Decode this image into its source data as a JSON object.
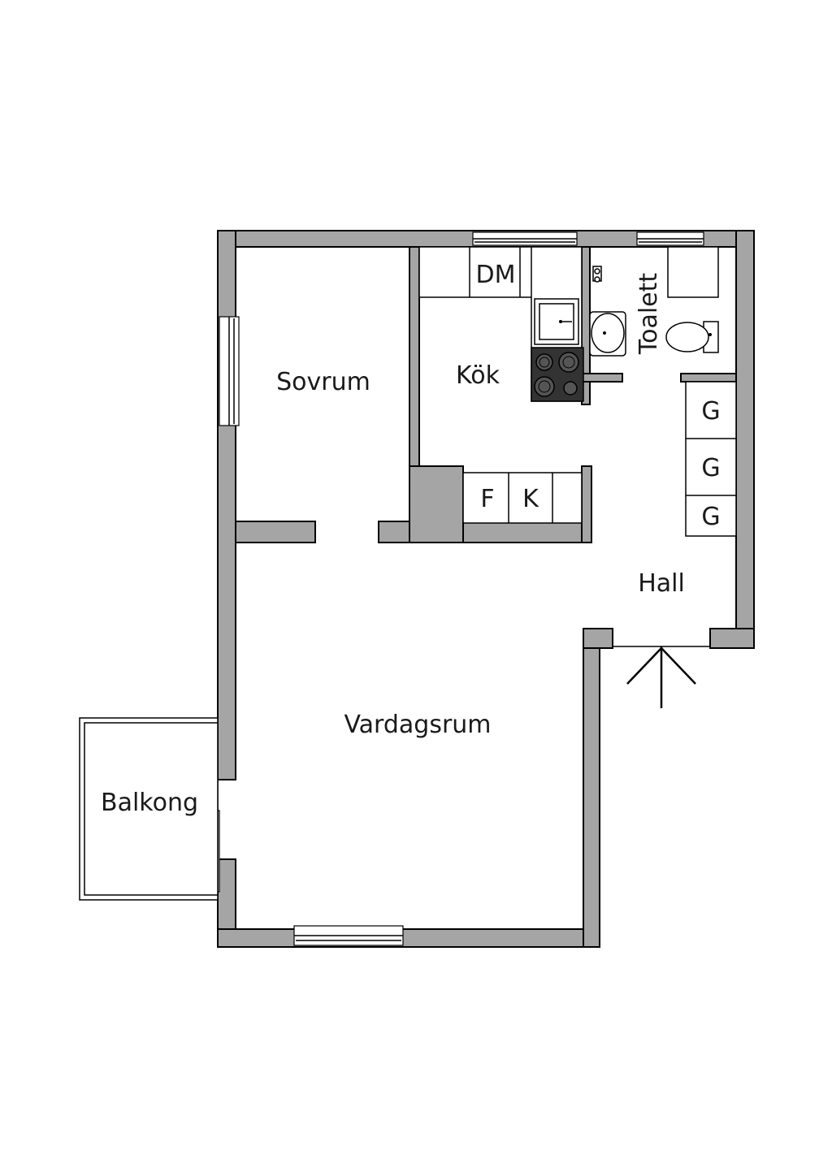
{
  "rooms": {
    "sovrum": "Sovrum",
    "kok": "Kök",
    "toalett": "Toalett",
    "hall": "Hall",
    "vardagsrum": "Vardagsrum",
    "balkong": "Balkong"
  },
  "fixtures": {
    "dishwasher": "DM",
    "fridge": "F",
    "freezer": "K",
    "wardrobe_1": "G",
    "wardrobe_2": "G",
    "wardrobe_3": "G"
  },
  "colors": {
    "wall": "#a5a5a5",
    "stove": "#333333",
    "background": "#ffffff"
  }
}
